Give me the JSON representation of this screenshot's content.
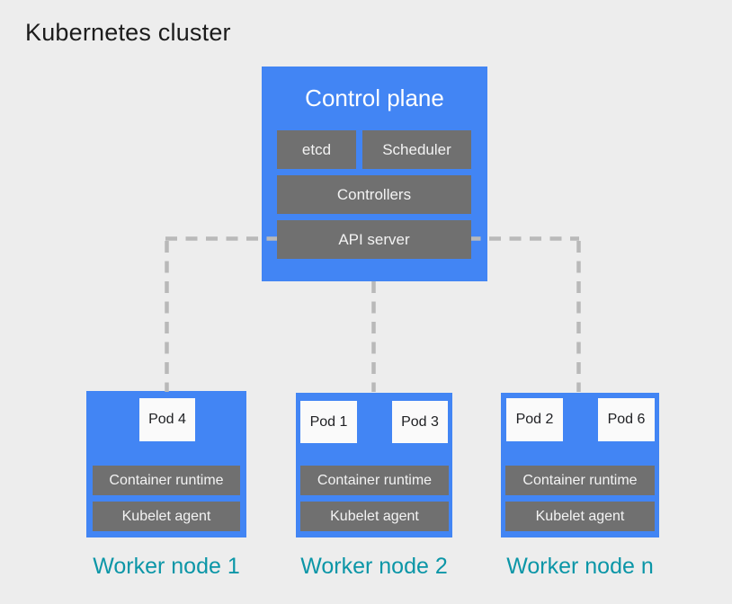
{
  "title": "Kubernetes cluster",
  "control_plane": {
    "title": "Control plane",
    "components": [
      "etcd",
      "Scheduler",
      "Controllers",
      "API server"
    ]
  },
  "workers": [
    {
      "label": "Worker node 1",
      "pods": [
        "Pod 4"
      ],
      "components": [
        "Container runtime",
        "Kubelet agent"
      ]
    },
    {
      "label": "Worker node 2",
      "pods": [
        "Pod 1",
        "Pod 3"
      ],
      "components": [
        "Container runtime",
        "Kubelet agent"
      ]
    },
    {
      "label": "Worker node n",
      "pods": [
        "Pod 2",
        "Pod 6"
      ],
      "components": [
        "Container runtime",
        "Kubelet agent"
      ]
    }
  ],
  "colors": {
    "background": "#ededed",
    "node_blue": "#4285f4",
    "component_gray": "#707070",
    "pod_white": "#fafafa",
    "connector_gray": "#b9b9b9",
    "worker_label_teal": "#0b96a7",
    "title_text": "#1c1c1c"
  }
}
